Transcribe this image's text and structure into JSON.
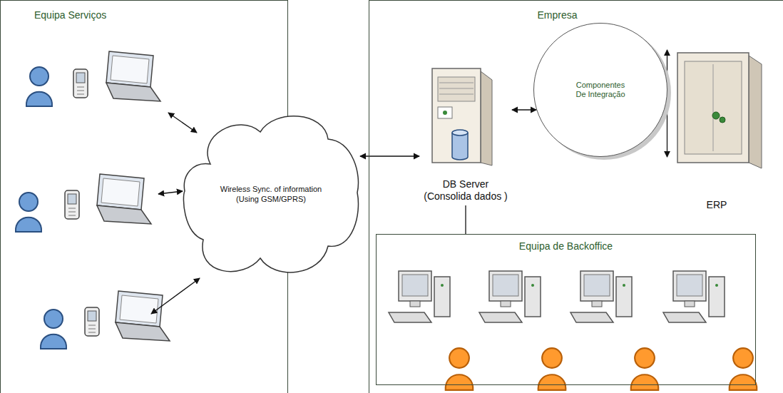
{
  "diagram": {
    "nodes": [
      {
        "text": [
          "Equipa Serviços"
        ]
      },
      {
        "text": [
          "Empresa"
        ]
      },
      {
        "text": [
          "Wireless Sync. of information (Using GSM/GPRS)"
        ]
      },
      {
        "text": [
          "DB Server",
          "(Consolida dados )"
        ],
        "in": 1
      },
      {
        "text": [
          "Componentes De Integração"
        ],
        "in": 1
      },
      {
        "text": [
          "ERP"
        ],
        "in": 1
      },
      {
        "text": [
          "Equipa de Backoffice"
        ],
        "in": 1
      }
    ],
    "edges": [
      {
        "from": 2,
        "to": 3,
        "arrow": "both"
      },
      {
        "from": 3,
        "to": 4,
        "arrow": "both"
      },
      {
        "from": 4,
        "to": 5,
        "arrow": "both"
      },
      {
        "from": 3,
        "to": 6,
        "arrow": "none"
      }
    ]
  }
}
